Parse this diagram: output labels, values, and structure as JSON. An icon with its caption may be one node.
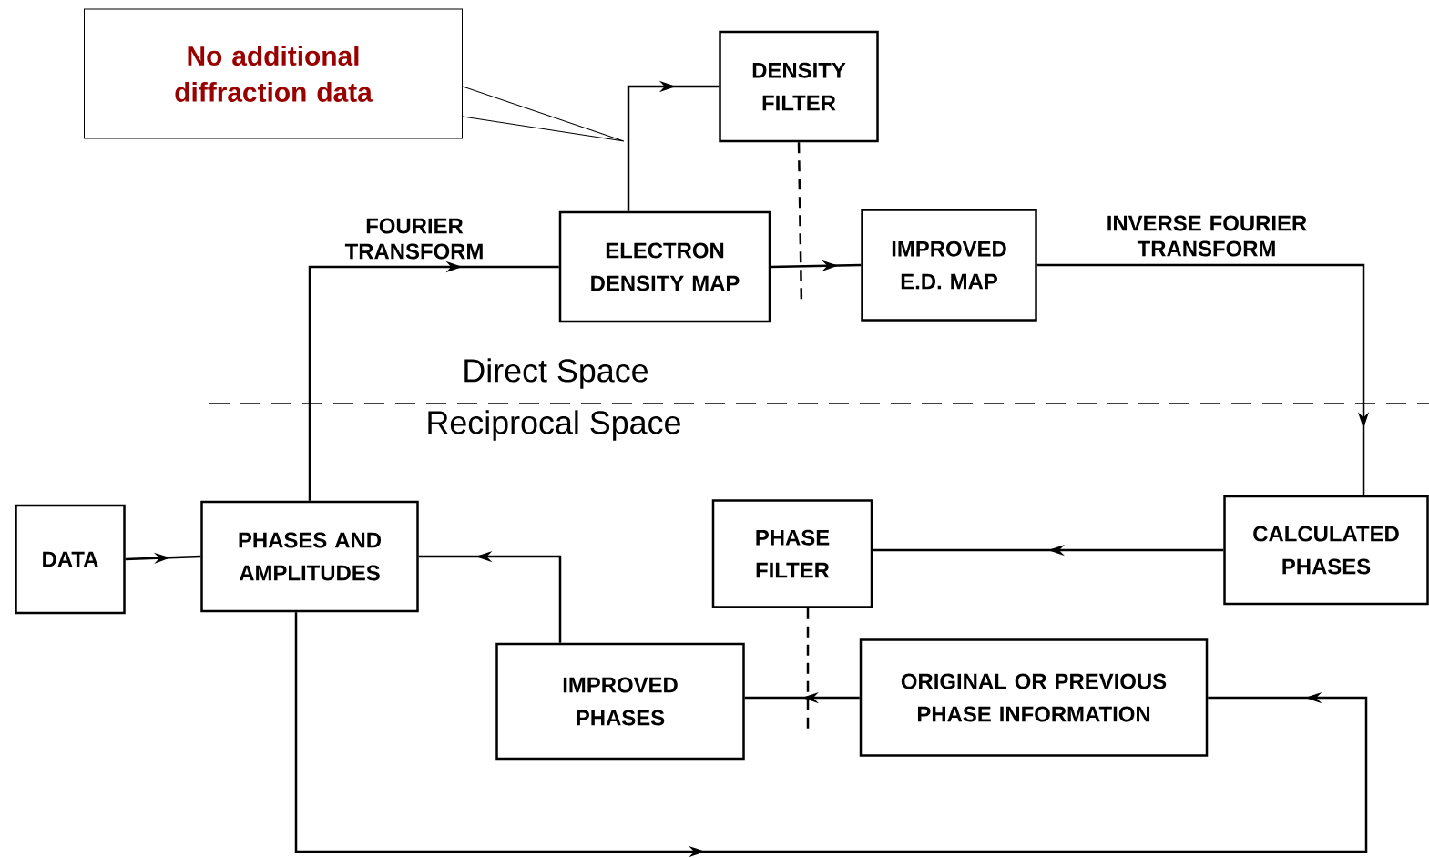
{
  "diagram": {
    "nodes": [
      {
        "text": [
          "No additional diffraction data"
        ]
      },
      {
        "text": [
          "DENSITY FILTER"
        ]
      },
      {
        "text": [
          "ELECTRON DENSITY MAP"
        ]
      },
      {
        "text": [
          "IMPROVED E.D. MAP"
        ]
      },
      {
        "text": [
          "DATA"
        ]
      },
      {
        "text": [
          "PHASES AND AMPLITUDES"
        ]
      },
      {
        "text": [
          "PHASE FILTER"
        ]
      },
      {
        "text": [
          "CALCULATED PHASES"
        ]
      },
      {
        "text": [
          "IMPROVED PHASES"
        ]
      },
      {
        "text": [
          "ORIGINAL OR PREVIOUS PHASE INFORMATION"
        ]
      }
    ],
    "edges": [
      {
        "from": 5,
        "to": 2,
        "arrow": "to",
        "label": "FOURIER TRANSFORM"
      },
      {
        "from": 2,
        "to": 1,
        "arrow": "to"
      },
      {
        "from": 2,
        "to": 3,
        "arrow": "to"
      },
      {
        "from": 3,
        "to": 7,
        "arrow": "to",
        "label": "INVERSE FOURIER TRANSFORM"
      },
      {
        "from": 7,
        "to": 6,
        "arrow": "to"
      },
      {
        "from": 9,
        "to": 8,
        "arrow": "to"
      },
      {
        "from": 8,
        "to": 5,
        "arrow": "to"
      },
      {
        "from": 4,
        "to": 5,
        "arrow": "to"
      },
      {
        "from": 5,
        "to": 9,
        "arrow": "to"
      },
      {
        "from": 0,
        "to": null,
        "arrow": "none"
      },
      {
        "from": 1,
        "to": null,
        "arrow": "none",
        "style": "dashed"
      },
      {
        "from": 6,
        "to": null,
        "arrow": "none",
        "style": "dashed"
      }
    ],
    "labels": [
      "Direct Space",
      "Reciprocal Space"
    ]
  }
}
